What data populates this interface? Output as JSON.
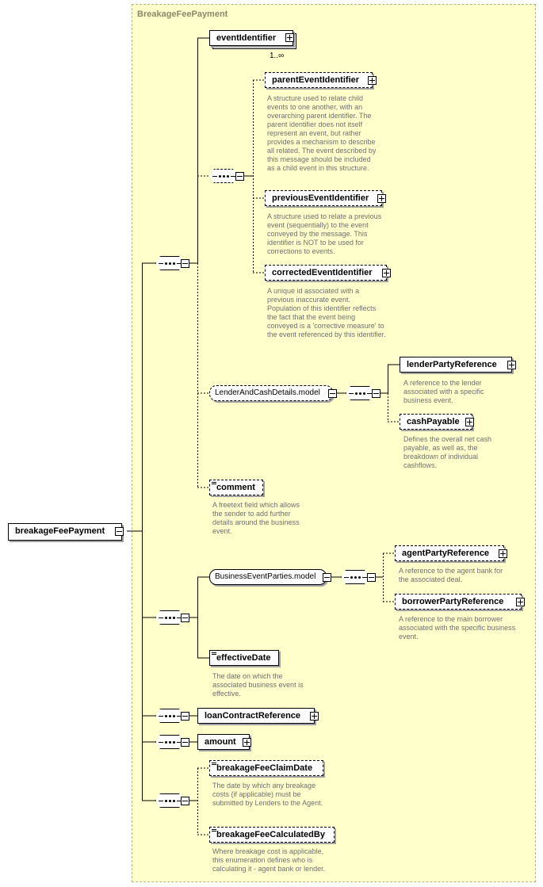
{
  "frame": {
    "title": "BreakageFeePayment"
  },
  "root": {
    "label": "breakageFeePayment"
  },
  "elements": {
    "eventIdentifier": {
      "label": "eventIdentifier",
      "cardinality": "1..∞"
    },
    "parentEventIdentifier": {
      "label": "parentEventIdentifier",
      "description": "A structure used to relate child events to one another, with an overarching parent identifier. The parent identifier does not itself represent an event, but rather provides a mechanism to describe all related. The event described by this message should be included as a child event in this structure."
    },
    "previousEventIdentifier": {
      "label": "previousEventIdentifier",
      "description": "A structure used to relate a previous event (sequentially) to the event conveyed by the message. This identifier is NOT to be used for corrections to events."
    },
    "correctedEventIdentifier": {
      "label": "correctedEventIdentifier",
      "description": "A unique id associated with a previous inaccurate event. Population of this identifier reflects the fact that the event being conveyed is a 'corrective measure' to the event referenced by this identifier."
    },
    "lenderAndCashDetails": {
      "label": "LenderAndCashDetails.model"
    },
    "lenderPartyReference": {
      "label": "lenderPartyReference",
      "description": "A reference to the lender associated with a specific business event."
    },
    "cashPayable": {
      "label": "cashPayable",
      "description": "Defines the overall net cash payable, as well as, the breakdown of individual cashflows."
    },
    "comment": {
      "label": "comment",
      "description": "A freetext field which allows the sender to add further details around the business event."
    },
    "businessEventParties": {
      "label": "BusinessEventParties.model"
    },
    "agentPartyReference": {
      "label": "agentPartyReference",
      "description": "A reference to the agent bank for the associated deal."
    },
    "borrowerPartyReference": {
      "label": "borrowerPartyReference",
      "description": "A reference to the main borrower associated with the specific business event."
    },
    "effectiveDate": {
      "label": "effectiveDate",
      "description": "The date on which the associated business event is effective."
    },
    "loanContractReference": {
      "label": "loanContractReference"
    },
    "amount": {
      "label": "amount"
    },
    "breakageFeeClaimDate": {
      "label": "breakageFeeClaimDate",
      "description": "The date by which any breakage costs (if applicable) must be submitted by Lenders to the Agent."
    },
    "breakageFeeCalculatedBy": {
      "label": "breakageFeeCalculatedBy",
      "description": "Where breakage cost is applicable, this enumeration defines who is calculating it - agent bank or lender."
    }
  },
  "colors": {
    "frame_bg": "#ffffcc",
    "frame_border": "#b5b58a",
    "description_text": "#6f6f6f"
  },
  "icons": {
    "expand": "plus-box-icon",
    "collapse": "minus-box-icon",
    "sequence": "sequence-compositor-icon",
    "text": "text-content-icon"
  }
}
